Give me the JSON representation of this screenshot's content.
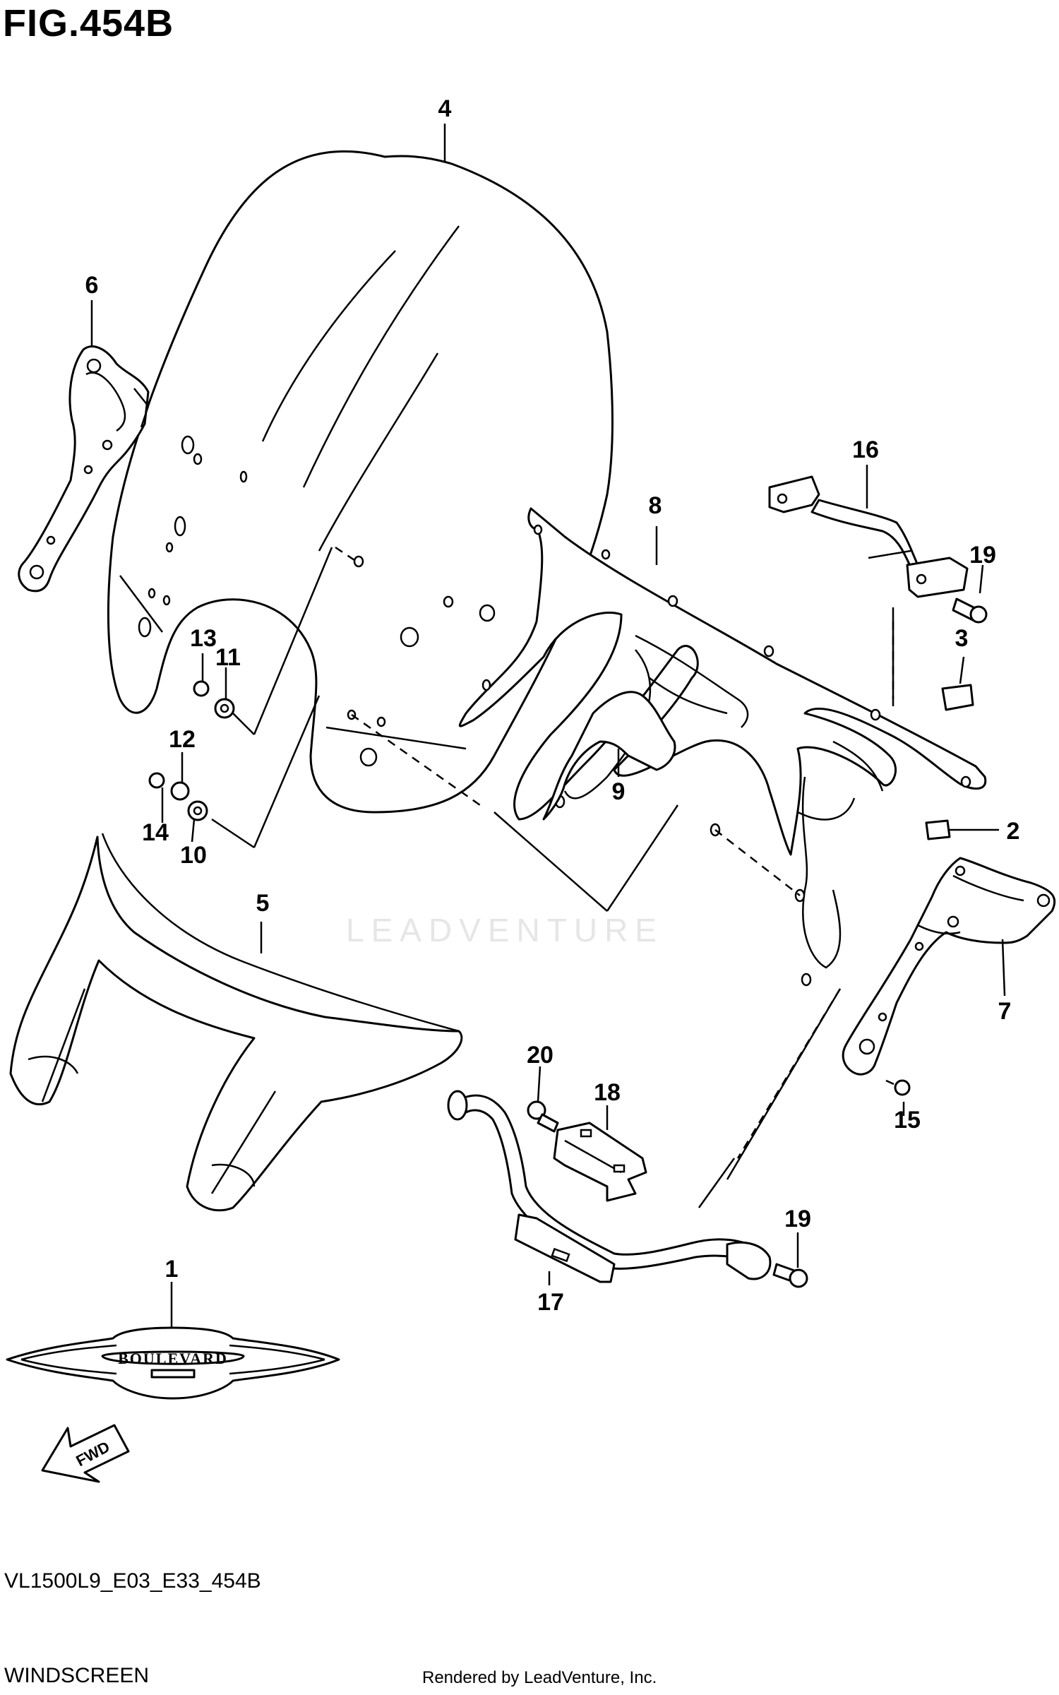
{
  "figure": {
    "title": "FIG.454B",
    "model_code": "VL1500L9_E03_E33_454B",
    "section_name": "WINDSCREEN",
    "credit": "Rendered by LeadVenture, Inc.",
    "watermark": "LEADVENTURE"
  },
  "emblem": {
    "text": "BOULEVARD"
  },
  "direction_arrow": {
    "label": "FWD"
  },
  "callouts": [
    "1",
    "2",
    "3",
    "4",
    "5",
    "6",
    "7",
    "8",
    "9",
    "10",
    "11",
    "12",
    "13",
    "14",
    "15",
    "16",
    "17",
    "18",
    "19",
    "19",
    "20"
  ]
}
